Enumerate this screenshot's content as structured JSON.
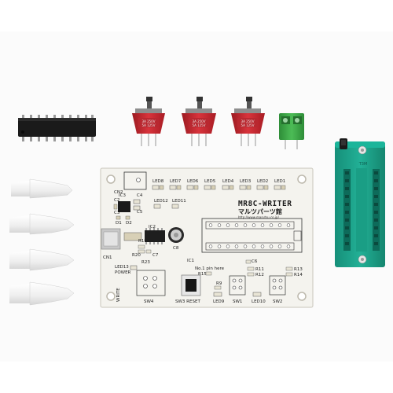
{
  "board": {
    "title": "MR8C-WRITER",
    "maker": "マルツパーツ館",
    "url": "http://www.marutsu.co.jp/",
    "pin_note": "No.1 pin here",
    "led_top_labels": [
      "LED8",
      "LED7",
      "LED6",
      "LED5",
      "LED4",
      "LED3",
      "LED2",
      "LED1"
    ],
    "led_mid_labels": [
      "LED12",
      "LED11"
    ],
    "left_labels": {
      "cn2": "CN2",
      "c2": "C2",
      "c3": "C3",
      "c4": "C4",
      "c5": "C5",
      "ic3": "IC3",
      "d1": "D1",
      "d2": "D2",
      "cn1": "CN1",
      "ic2": "IC2",
      "r19": "R19",
      "r20": "R20",
      "r23": "R23",
      "c7": "C7",
      "c8": "C8",
      "led13": "LED13",
      "power": "POWER",
      "write": "WRITE"
    },
    "mid_labels": {
      "ic1": "IC1",
      "r15": "R15",
      "r9": "R9",
      "c6": "C6",
      "r11": "R11",
      "r12": "R12",
      "r13": "R13",
      "r14": "R14"
    },
    "bottom_labels": [
      "SW4",
      "SW3 RESET",
      "LED9",
      "SW1",
      "LED10",
      "SW2"
    ],
    "silkscreen_icon_on_socket": "T3M"
  },
  "colors": {
    "background": "#ffffff",
    "pcb": "#f4f3ee",
    "zif_socket": "#1aa38a",
    "terminal_block": "#3faa4a",
    "switch_body": "#c8232c",
    "ic_chip": "#1a1a1a",
    "spacer": "#f0f0f0"
  }
}
